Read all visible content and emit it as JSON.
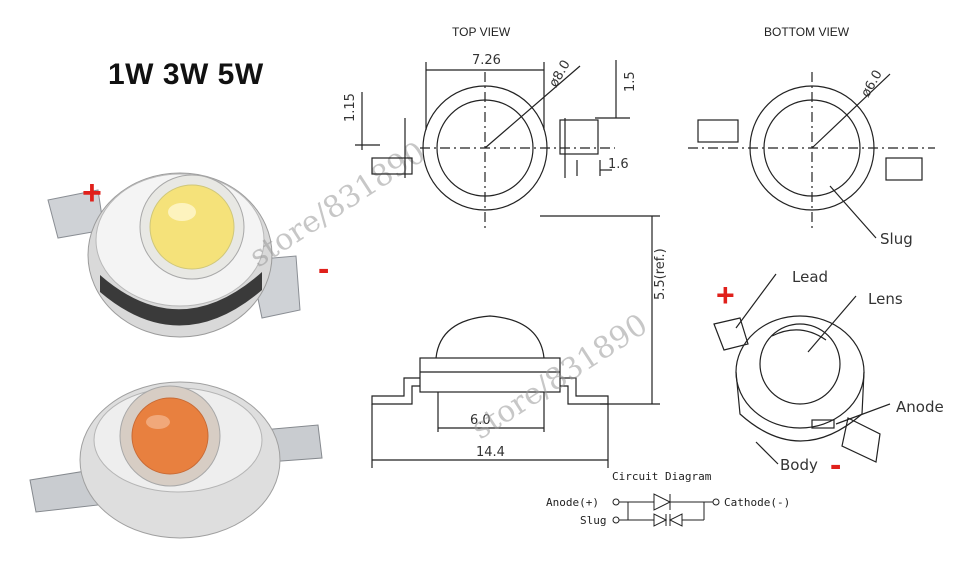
{
  "header": {
    "watt_label": "1W 3W 5W"
  },
  "views": {
    "top": "TOP VIEW",
    "bottom": "BOTTOM VIEW"
  },
  "dimensions": {
    "width_top": "7.26",
    "dia_lens": "ø8.0",
    "dia_slug": "ø6.0",
    "d_1_15": "1.15",
    "d_1_5": "1.5",
    "d_1_6": "1.6",
    "height_ref": "5.5(ref.)",
    "base_width": "6.0",
    "total_length": "14.4"
  },
  "callouts": {
    "slug": "Slug",
    "lead": "Lead",
    "lens": "Lens",
    "anode": "Anode",
    "body": "Body"
  },
  "polarity": {
    "plus": "+",
    "minus": "-"
  },
  "circuit": {
    "title": "Circuit Diagram",
    "anode": "Anode(+)",
    "cathode": "Cathode(-)",
    "slug": "Slug"
  },
  "watermark": {
    "text": "store/831890"
  },
  "colors": {
    "polarity_red": "#e0201b",
    "led_white_lens": "#f5e27a",
    "led_red_chip": "#e8803f"
  }
}
